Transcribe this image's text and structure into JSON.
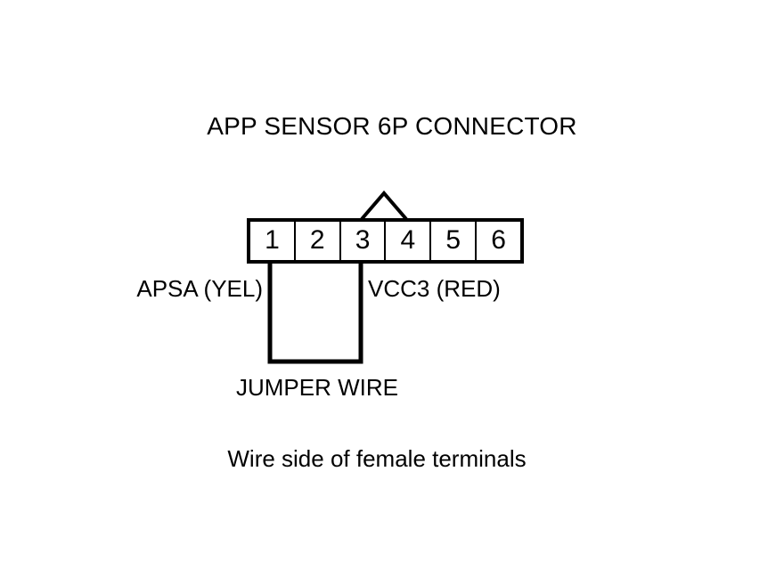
{
  "diagram": {
    "title": "APP SENSOR 6P CONNECTOR",
    "footer_note": "Wire side of female terminals",
    "colors": {
      "background": "#ffffff",
      "line": "#000000",
      "text": "#000000"
    }
  },
  "connector": {
    "name": "APP SENSOR 6P CONNECTOR",
    "pin_count": 6,
    "tab_icon": "connector-locking-tab-icon",
    "pins": [
      {
        "number": "1",
        "signal": "APSA",
        "wire_color": "YEL"
      },
      {
        "number": "2",
        "signal": "",
        "wire_color": ""
      },
      {
        "number": "3",
        "signal": "VCC3",
        "wire_color": "RED"
      },
      {
        "number": "4",
        "signal": "",
        "wire_color": ""
      },
      {
        "number": "5",
        "signal": "",
        "wire_color": ""
      },
      {
        "number": "6",
        "signal": "",
        "wire_color": ""
      }
    ]
  },
  "labels": {
    "left_wire": "APSA (YEL)",
    "right_wire": "VCC3 (RED)",
    "jumper_caption": "JUMPER WIRE"
  },
  "jumper": {
    "caption": "JUMPER WIRE",
    "from_pin": "1",
    "to_pin": "3"
  }
}
